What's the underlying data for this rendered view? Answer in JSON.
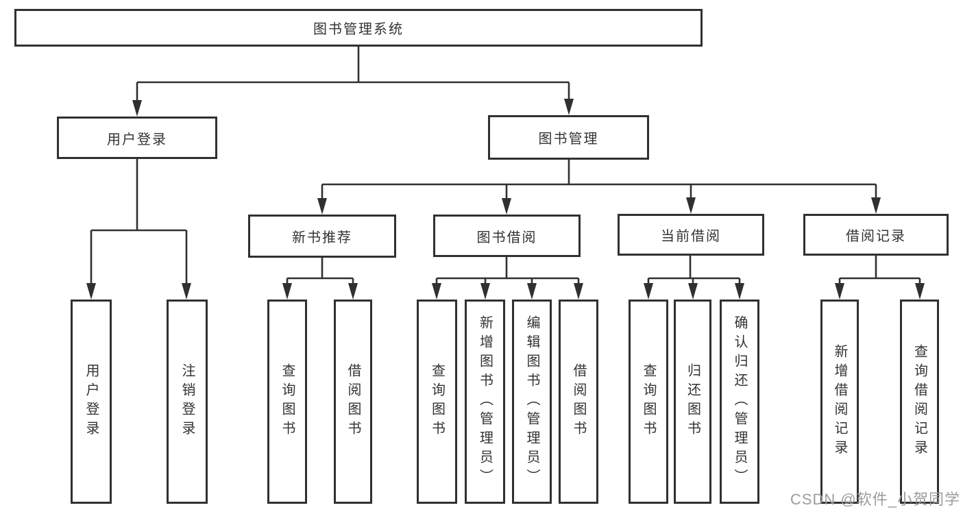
{
  "diagram": {
    "root": {
      "label": "图书管理系统"
    },
    "branches": {
      "login": {
        "label": "用户登录"
      },
      "book_mgmt": {
        "label": "图书管理"
      }
    },
    "modules": {
      "new_books": {
        "label": "新书推荐"
      },
      "borrowing": {
        "label": "图书借阅"
      },
      "current": {
        "label": "当前借阅"
      },
      "records": {
        "label": "借阅记录"
      }
    },
    "leaves": {
      "user_login": {
        "label": "用户登录"
      },
      "logout": {
        "label": "注销登录"
      },
      "nb_query": {
        "label": "查询图书"
      },
      "nb_borrow": {
        "label": "借阅图书"
      },
      "bw_query": {
        "label": "查询图书"
      },
      "bw_add": {
        "label": "新增图书（管理员）"
      },
      "bw_edit": {
        "label": "编辑图书（管理员）"
      },
      "bw_borrow": {
        "label": "借阅图书"
      },
      "cur_query": {
        "label": "查询图书"
      },
      "cur_return": {
        "label": "归还图书"
      },
      "cur_confirm": {
        "label": "确认归还（管理员）"
      },
      "rec_add": {
        "label": "新增借阅记录"
      },
      "rec_query": {
        "label": "查询借阅记录"
      }
    },
    "colors": {
      "line": "#303030",
      "text": "#333333",
      "background": "#ffffff",
      "watermark_text": "#9c9c9c"
    }
  },
  "watermark": {
    "text": "CSDN @软件_小贺同学"
  }
}
